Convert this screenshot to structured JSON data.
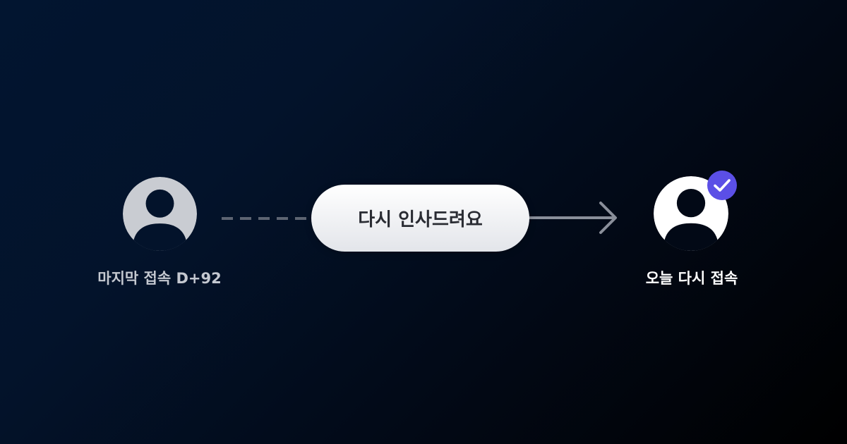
{
  "flow": {
    "from": {
      "label": "마지막 접속 D+92",
      "icon": "user-avatar-icon",
      "avatar_fill": "#c9ccd2",
      "avatar_figure": "#03132b"
    },
    "action": {
      "label": "다시 인사드려요"
    },
    "to": {
      "label": "오늘 다시 접속",
      "icon": "user-avatar-icon",
      "badge_icon": "check-icon",
      "avatar_fill": "#ffffff",
      "avatar_figure": "#020916",
      "badge_color": "#5b4fe6"
    },
    "colors": {
      "dashed_line": "#5d6472",
      "arrow_line": "#8a8f9a"
    }
  }
}
